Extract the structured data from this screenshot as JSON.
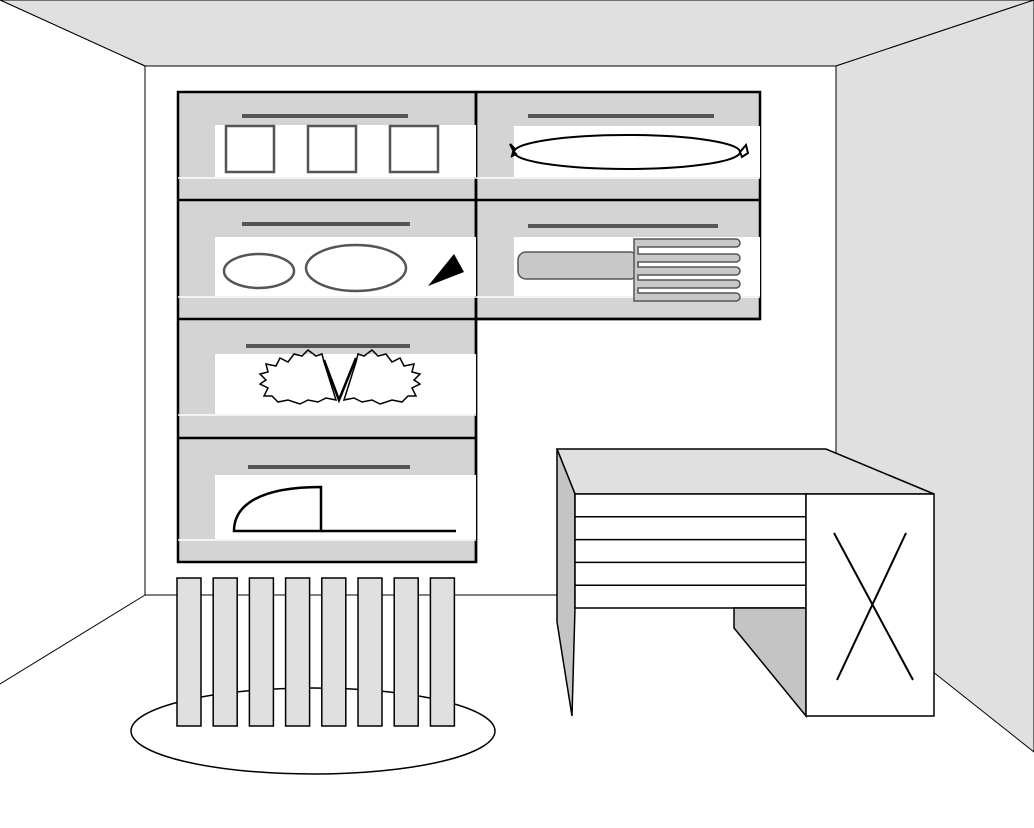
{
  "colors": {
    "background": "#ffffff",
    "wall_gray": "#e0e0e0",
    "panel_gray": "#d4d4d4",
    "dark_gray": "#c4c4c4",
    "line": "#000000",
    "stroke_gray": "#555555"
  },
  "shelf_sections": [
    {
      "name": "shelf-squares",
      "contents": "three-squares-icon"
    },
    {
      "name": "shelf-sausage",
      "contents": "sausage-icon"
    },
    {
      "name": "shelf-plates",
      "contents": "plates-and-cone-icon"
    },
    {
      "name": "shelf-fork",
      "contents": "fork-icon"
    },
    {
      "name": "shelf-leaves",
      "contents": "leaves-icon"
    },
    {
      "name": "shelf-arc",
      "contents": "arc-icon"
    }
  ],
  "radiator_fin_count": 8,
  "desk_drawer_count": 5
}
